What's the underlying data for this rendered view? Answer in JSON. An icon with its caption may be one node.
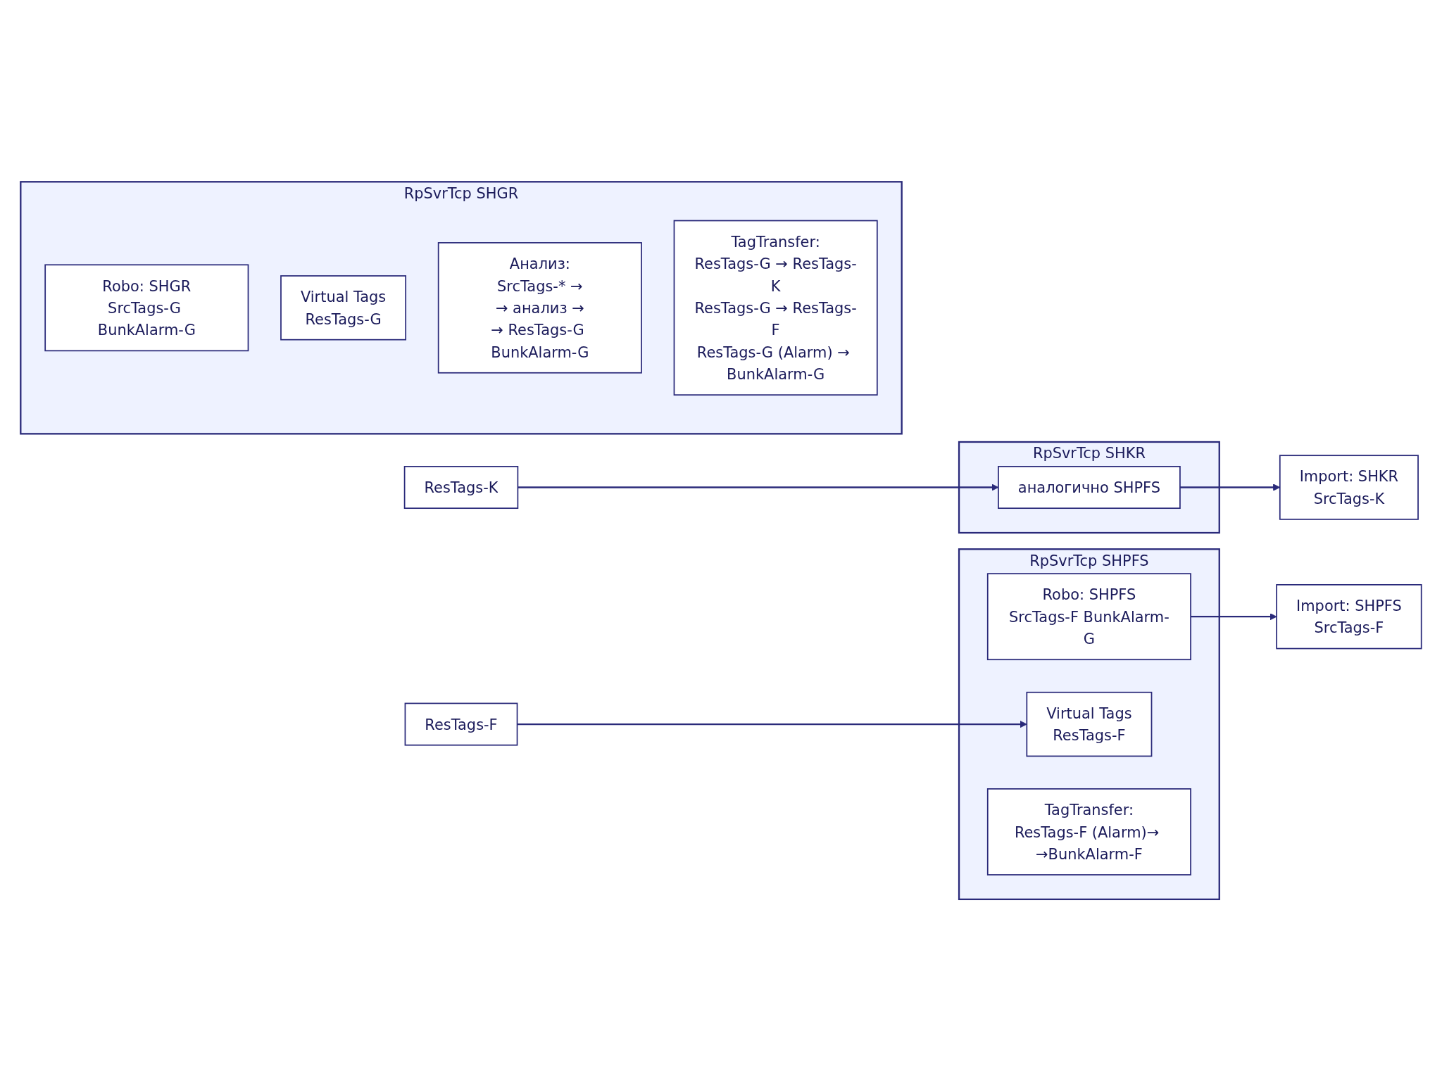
{
  "diagram": {
    "nodes": [
      {
        "text": [
          "RpSvrTcp SHPFS"
        ]
      },
      {
        "text": [
          "Robo: SHPFS",
          "SrcTags-F BunkAlarm-G"
        ],
        "in": 0
      },
      {
        "text": [
          "Virtual Tags",
          "ResTags-F"
        ],
        "in": 0
      },
      {
        "text": [
          "TagTransfer:",
          "ResTags-F (Alarm)→ →BunkAlarm-F"
        ],
        "in": 0
      },
      {
        "text": [
          "Import: SHPFS",
          "SrcTags-F"
        ]
      },
      {
        "text": [
          "ResTags-F"
        ]
      },
      {
        "text": [
          "RpSvrTcp SHGR"
        ]
      },
      {
        "text": [
          "Robo: SHGR",
          "SrcTags-G BunkAlarm-G"
        ],
        "in": 6
      },
      {
        "text": [
          "Virtual Tags",
          "ResTags-G"
        ],
        "in": 6
      },
      {
        "text": [
          "Анализ:",
          "SrcTags-* →",
          "→ анализ →",
          "→ ResTags-G BunkAlarm-G"
        ],
        "in": 6
      },
      {
        "text": [
          "TagTransfer:",
          "ResTags-G → ResTags-K",
          "ResTags-G → ResTags-F",
          "ResTags-G (Alarm) → BunkAlarm-G"
        ],
        "in": 6
      },
      {
        "text": [
          "Import: SHKR",
          "SrcTags-K"
        ]
      },
      {
        "text": [
          "ResTags-K"
        ]
      },
      {
        "text": [
          "RpSvrTcp SHKR"
        ]
      },
      {
        "text": [
          "аналогично SHPFS"
        ],
        "in": 13
      }
    ],
    "edges": [
      {
        "from": 1,
        "to": 4,
        "arrow": "to"
      },
      {
        "from": 5,
        "to": 2,
        "arrow": "to"
      },
      {
        "from": 14,
        "to": 11,
        "arrow": "to"
      },
      {
        "from": 12,
        "to": 14,
        "arrow": "to"
      }
    ]
  }
}
